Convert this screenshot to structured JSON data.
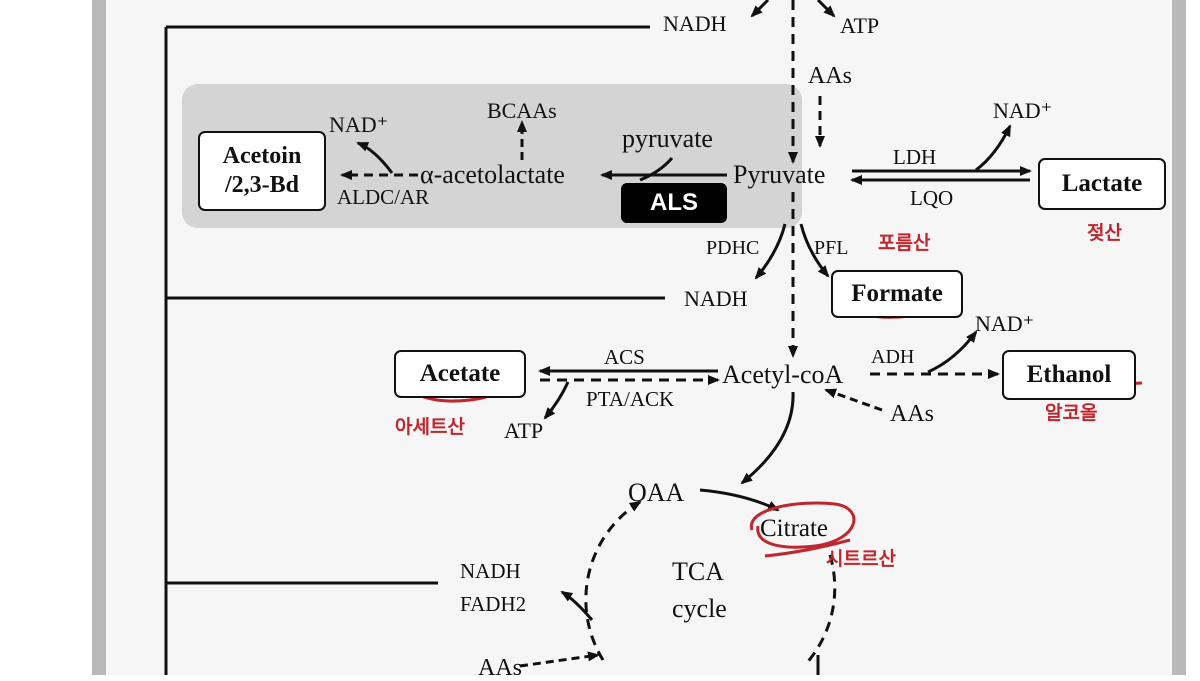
{
  "nodes": {
    "nadh_top": "NADH",
    "atp_top": "ATP",
    "aas_top": "AAs",
    "nad_plus_left": "NAD⁺",
    "bcaas": "BCAAs",
    "pyruvate_small": "pyruvate",
    "acetoin_line1": "Acetoin",
    "acetoin_line2": "/2,3-Bd",
    "alpha_acetolactate": "α-acetolactate",
    "pyruvate": "Pyruvate",
    "aldc_ar": "ALDC/AR",
    "als": "ALS",
    "ldh": "LDH",
    "lqo": "LQO",
    "nad_plus_right": "NAD⁺",
    "lactate": "Lactate",
    "pdhc": "PDHC",
    "pfl": "PFL",
    "nadh_mid": "NADH",
    "formate": "Formate",
    "nad_plus_ethanol": "NAD⁺",
    "acs": "ACS",
    "acetate": "Acetate",
    "acetyl_coa": "Acetyl-coA",
    "adh": "ADH",
    "ethanol": "Ethanol",
    "pta_ack": "PTA/ACK",
    "atp_acetate": "ATP",
    "aas_acetyl": "AAs",
    "oaa": "OAA",
    "citrate": "Citrate",
    "tca_line1": "TCA",
    "tca_line2": "cycle",
    "nadh_tca": "NADH",
    "fadh2": "FADH2",
    "aas_bottom": "AAs"
  },
  "annotations": {
    "lactate_kr": "젖산",
    "formate_kr": "포름산",
    "acetate_kr": "아세트산",
    "ethanol_kr": "알코올",
    "citrate_kr": "시트르산"
  },
  "colors": {
    "annotation_red": "#c0262d",
    "highlight_gray": "#d4d4d4",
    "line": "#111111"
  }
}
